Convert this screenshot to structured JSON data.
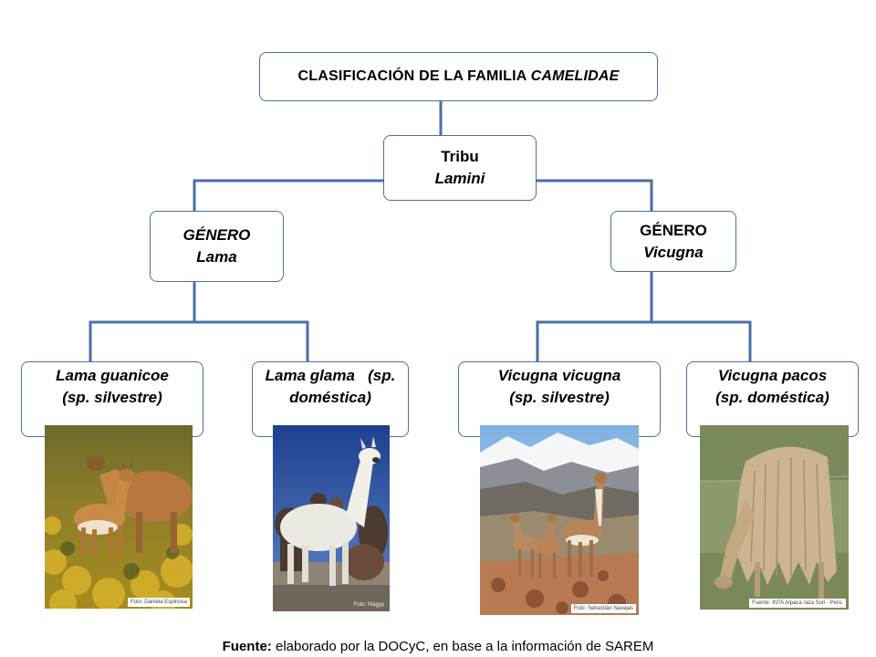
{
  "diagram": {
    "title_prefix": "CLASIFICACIÓN DE LA FAMILIA ",
    "title_italic": "CAMELIDAE",
    "tribe": {
      "line1": "Tribu",
      "line2": "Lamini"
    },
    "genus_lama": {
      "line1": "GÉNERO",
      "line2": "Lama"
    },
    "genus_vicugna": {
      "line1": "GÉNERO",
      "line2": "Vicugna"
    },
    "species": [
      {
        "line1": "Lama guanicoe",
        "line2": "(sp. silvestre)",
        "photo_credit": "Foto: Daniela Espinosa"
      },
      {
        "line1": "Lama glama   (sp.",
        "line2": "doméstica)",
        "photo_credit": "Foto: Magyp"
      },
      {
        "line1": "Vicugna vicugna",
        "line2": "(sp. silvestre)",
        "photo_credit": "Foto: Sebastián Navajas"
      },
      {
        "line1": "Vicugna pacos",
        "line2": "(sp. doméstica)",
        "photo_credit": "Fuente: INTA Alpaca raza Suri - Perú."
      }
    ],
    "connector_color": "#4a6fa5"
  },
  "source": {
    "label": "Fuente:",
    "text": " elaborado por la DOCyC, en base a la información de SAREM"
  }
}
